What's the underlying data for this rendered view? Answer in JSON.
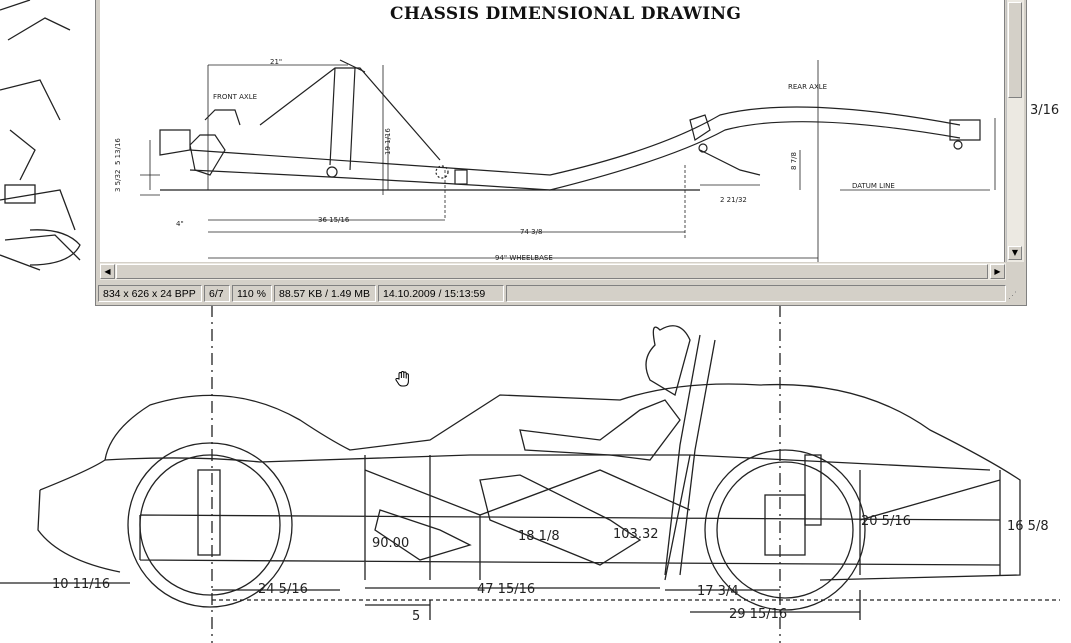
{
  "document": {
    "title": "CHASSIS DIMENSIONAL DRAWING"
  },
  "viewer": {
    "status": {
      "dimensions": "834 x 626 x 24 BPP",
      "page": "6/7",
      "zoom": "110 %",
      "filesize": "88.57 KB / 1.49 MB",
      "datetime": "14.10.2009 / 15:13:59"
    }
  },
  "chassis_labels": {
    "front_axle": "FRONT AXLE",
    "rear_axle": "REAR AXLE",
    "datum_line": "DATUM LINE",
    "wheelbase": "94\" WHEELBASE",
    "d_21": "21\"",
    "d_3616": "36 15/16",
    "d_7438": "74 3/8",
    "d_19": "19 1/16",
    "d_4": "4\"",
    "d_2": "2 21/32",
    "d_8": "8 7/8",
    "d_5": "5 13/16",
    "d_3": "3 5/32",
    "edge_frac": "3/16"
  },
  "body_labels": {
    "d_10": "10 11/16",
    "d_24": "24 5/16",
    "d_47": "47 15/16",
    "d_17": "17 3/4",
    "d_29": "29 15/16",
    "d_5": "5",
    "d_18": "18 1/8",
    "d_103": "103.32",
    "d_90": "90.00",
    "d_20": "20 5/16",
    "d_16": "16 5/8"
  },
  "icons": [
    "hand-cursor-icon",
    "scroll-arrow-left-icon",
    "scroll-arrow-right-icon",
    "scroll-arrow-down-icon",
    "size-grip-icon"
  ]
}
